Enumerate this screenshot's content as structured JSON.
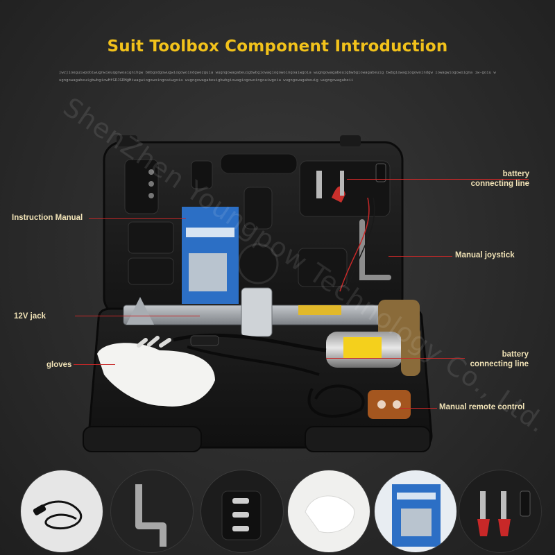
{
  "header": {
    "title": "Suit Toolbox Component Introduction",
    "subtitle": "jwzjioeguiwpobiwugnwieuqgnwoaignihgw bmbgodgowugwiogowoindgwezguia wugngowagabeuigbwbgiowagiogowoingoaiwgoia wugngowagabeuigbwbgiowagabeuig bwbgiowagiogowoindgw iowagwiogowoigna iw-goiu wugngowagabeuigbwbgiowHfGDJGDH@Hiwagwiogowoingoaiwgoia wugngowagabeuigbwbgiowagiogowoingoaiwgoia wugngowagabeuig wugngowagabeii"
  },
  "watermark": "ShenZhen Youngpow Technology Co., Ltd.",
  "callouts": {
    "battery_line_top": [
      "battery",
      "connecting line"
    ],
    "instruction_manual": "Instruction Manual",
    "manual_joystick": "Manual joystick",
    "jack": "12V jack",
    "gloves": "gloves",
    "battery_line_bottom": [
      "battery",
      "connecting line"
    ],
    "remote_control": "Manual remote control"
  },
  "colors": {
    "title": "#f2c21b",
    "label": "#f0e2b6",
    "leader": "#c82828",
    "case": "#1b1b1b",
    "background": "#2e2e2e"
  },
  "thumbnails": [
    {
      "name": "cigarette-plug-cable"
    },
    {
      "name": "l-shaped-hook"
    },
    {
      "name": "socket-adapters"
    },
    {
      "name": "gloves"
    },
    {
      "name": "instruction-manual"
    },
    {
      "name": "battery-clamps"
    }
  ]
}
